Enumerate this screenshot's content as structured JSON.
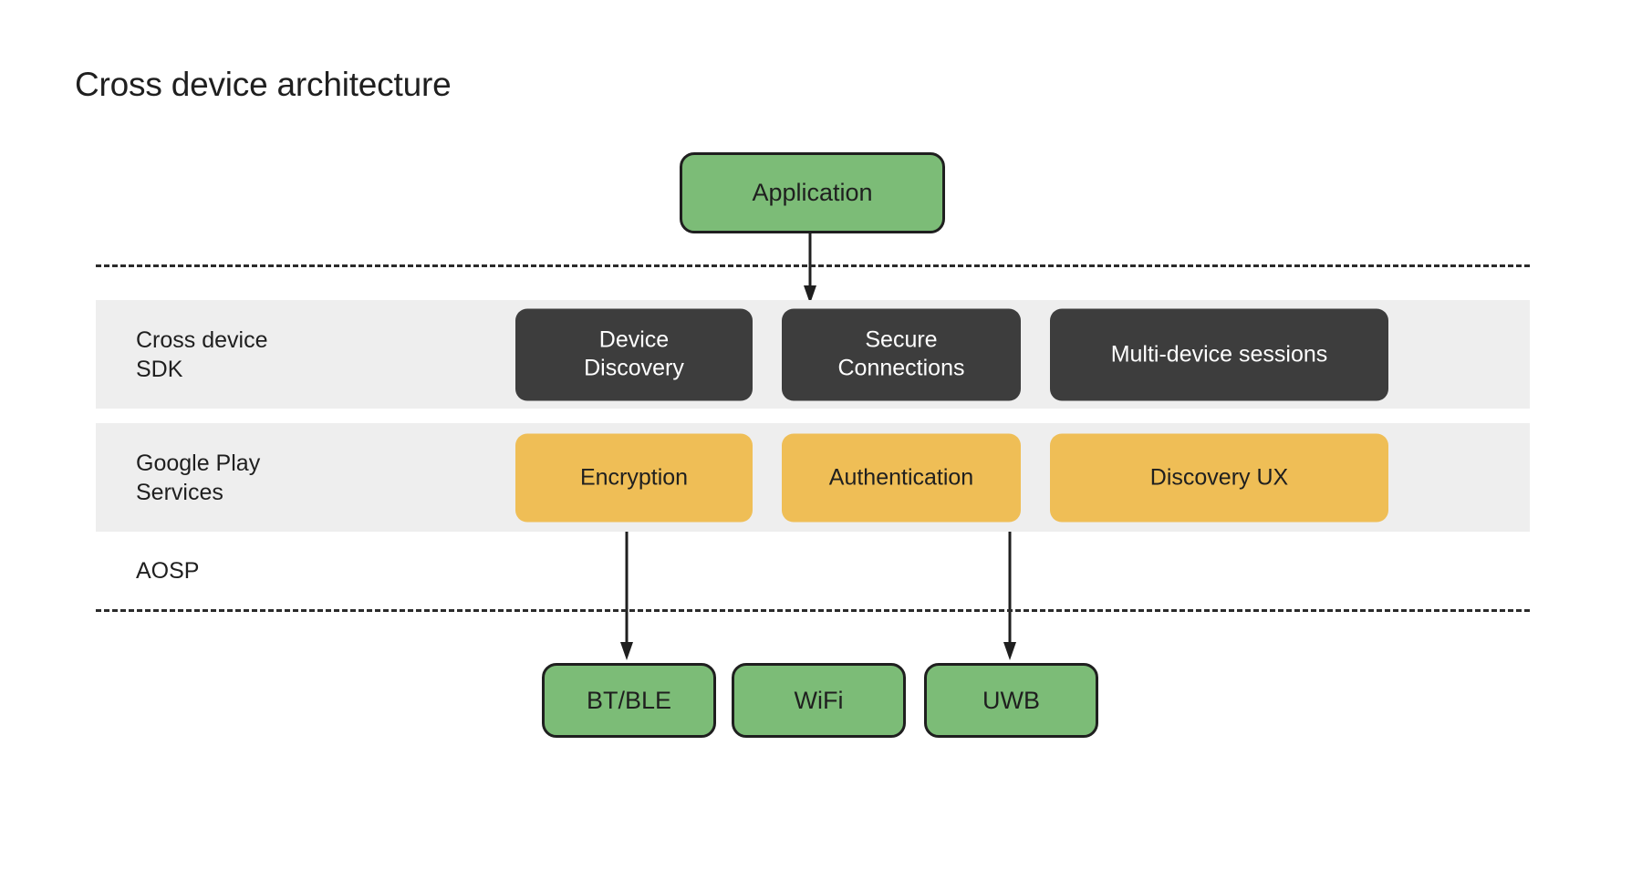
{
  "title": "Cross device architecture",
  "application": {
    "label": "Application"
  },
  "layers": [
    {
      "name": "Cross device\nSDK",
      "nodes": [
        {
          "label": "Device\nDiscovery"
        },
        {
          "label": "Secure\nConnections"
        },
        {
          "label": "Multi-device sessions"
        }
      ]
    },
    {
      "name": "Google Play\nServices",
      "nodes": [
        {
          "label": "Encryption"
        },
        {
          "label": "Authentication"
        },
        {
          "label": "Discovery UX"
        }
      ]
    }
  ],
  "aosp": {
    "label": "AOSP"
  },
  "transports": [
    {
      "label": "BT/BLE"
    },
    {
      "label": "WiFi"
    },
    {
      "label": "UWB"
    }
  ],
  "colors": {
    "application_fill": "#7cbc77",
    "sdk_node_fill": "#3d3d3d",
    "gps_node_fill": "#efbe56",
    "band_fill": "#eeeeee",
    "outline": "#1f1f1f",
    "background": "#ffffff"
  }
}
